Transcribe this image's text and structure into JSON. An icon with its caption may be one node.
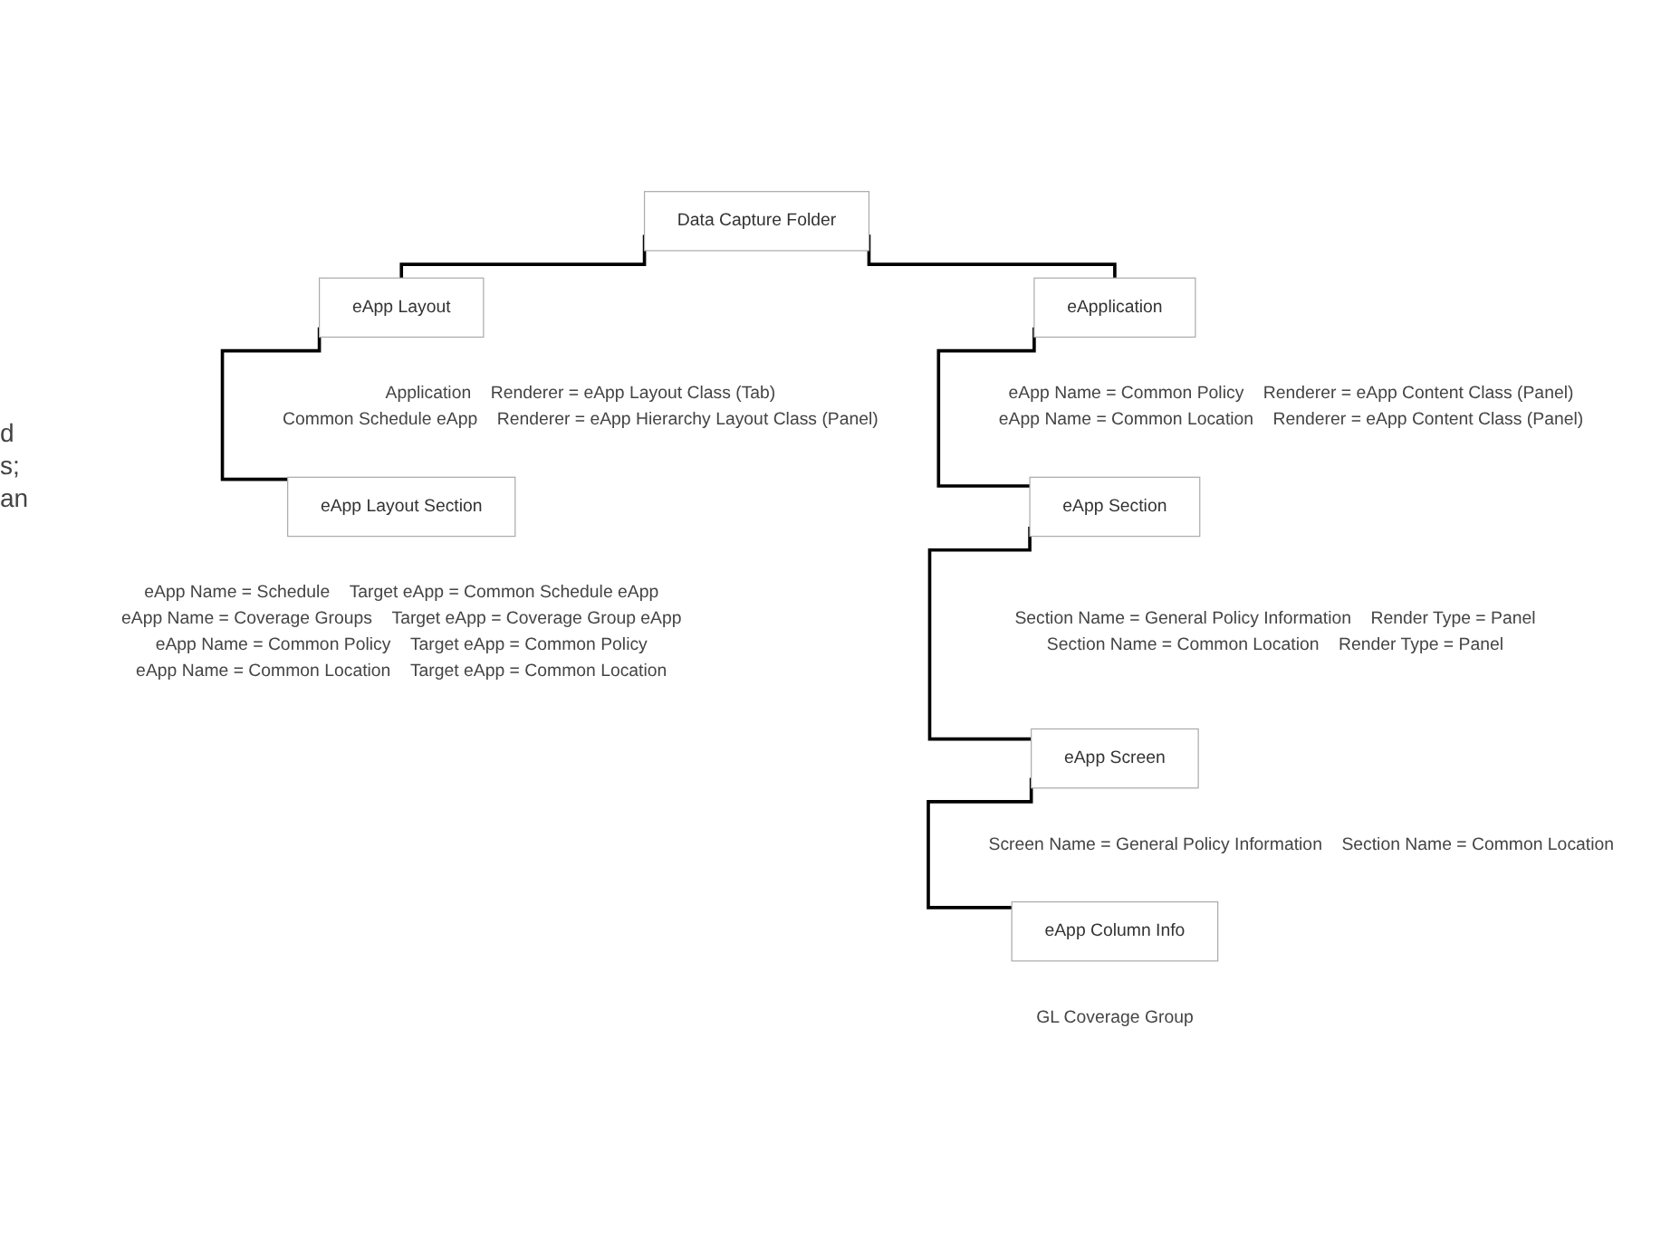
{
  "diagram": {
    "nodes": [
      {
        "text": [
          "Data Capture Folder"
        ]
      },
      {
        "text": [
          "eApp Layout"
        ],
        "beside": [
          "Application",
          "Renderer = eApp Layout Class (Tab)",
          "Common Schedule eApp",
          "Renderer = eApp Hierarchy Layout Class (Panel)"
        ]
      },
      {
        "text": [
          "eApp Layout Section"
        ],
        "beside": [
          "eApp Name = Schedule",
          "Target eApp = Common Schedule eApp",
          "eApp Name = Coverage Groups",
          "Target eApp = Coverage Group eApp",
          "eApp Name = Common Policy",
          "Target eApp = Common Policy",
          "eApp Name = Common Location",
          "Target eApp = Common Location"
        ]
      },
      {
        "text": [
          "eApplication"
        ],
        "beside": [
          "eApp Name = Common Policy",
          "Renderer = eApp Content Class (Panel)",
          "eApp Name = Common Location",
          "Renderer = eApp Content Class (Panel)"
        ]
      },
      {
        "text": [
          "eApp Section"
        ],
        "beside": [
          "Section Name = General Policy Information",
          "Render Type = Panel",
          "Section Name = Common Location",
          "Render Type = Panel"
        ]
      },
      {
        "text": [
          "eApp Screen"
        ],
        "beside": [
          "Screen Name = General Policy Information",
          "Section Name = Common Location"
        ]
      },
      {
        "text": [
          "eApp Column Info"
        ],
        "beside": [
          "GL Coverage Group"
        ]
      }
    ],
    "edges": [
      {
        "from": 0,
        "to": 1,
        "arrow": "none"
      },
      {
        "from": 1,
        "to": 2,
        "arrow": "none"
      },
      {
        "from": 0,
        "to": 3,
        "arrow": "none"
      },
      {
        "from": 3,
        "to": 4,
        "arrow": "none"
      },
      {
        "from": 4,
        "to": 5,
        "arrow": "none"
      },
      {
        "from": 5,
        "to": 6,
        "arrow": "none"
      }
    ],
    "labels": [
      "d",
      "s;",
      "an"
    ]
  }
}
